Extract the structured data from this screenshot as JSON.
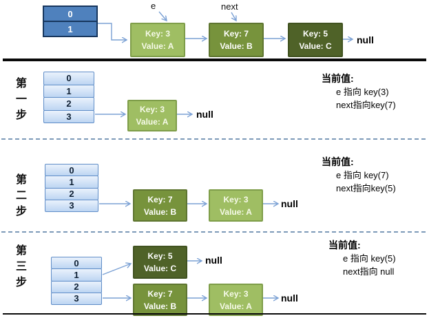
{
  "colors": {
    "node_light": "#9FBE63",
    "node_medium": "#77933C",
    "node_dark": "#4F6228",
    "array_header_fill": "#4F81BD",
    "array_header_border": "#17365D",
    "array_cell_fill": "#C6DBF4",
    "arrow": "#7AA0D4",
    "divider_dashed": "#7B99B8",
    "divider_solid": "#0A0A0A"
  },
  "top_section": {
    "array": {
      "cells": [
        "0",
        "1"
      ]
    },
    "e_label": "e",
    "next_label": "next",
    "nodes": [
      {
        "key": "Key: 3",
        "value": "Value: A"
      },
      {
        "key": "Key: 7",
        "value": "Value: B"
      },
      {
        "key": "Key: 5",
        "value": "Value: C"
      }
    ],
    "null_label": "null"
  },
  "steps": [
    {
      "label_chars": [
        "第",
        "一",
        "步"
      ],
      "array": {
        "cells": [
          "0",
          "1",
          "2",
          "3"
        ]
      },
      "chains": [
        {
          "nodes": [
            {
              "key": "Key: 3",
              "value": "Value: A"
            }
          ],
          "null_label": "null"
        }
      ],
      "status": {
        "title": "当前值:",
        "line1": "e 指向 key(3)",
        "line2": "next指向key(7)"
      }
    },
    {
      "label_chars": [
        "第",
        "二",
        "步"
      ],
      "array": {
        "cells": [
          "0",
          "1",
          "2",
          "3"
        ]
      },
      "chains": [
        {
          "nodes": [
            {
              "key": "Key: 7",
              "value": "Value: B"
            },
            {
              "key": "Key: 3",
              "value": "Value: A"
            }
          ],
          "null_label": "null"
        }
      ],
      "status": {
        "title": "当前值:",
        "line1": "e 指向 key(7)",
        "line2": "next指向key(5)"
      }
    },
    {
      "label_chars": [
        "第",
        "三",
        "步"
      ],
      "array": {
        "cells": [
          "0",
          "1",
          "2",
          "3"
        ]
      },
      "chains": [
        {
          "nodes": [
            {
              "key": "Key: 5",
              "value": "Value: C"
            }
          ],
          "null_label": "null"
        },
        {
          "nodes": [
            {
              "key": "Key: 7",
              "value": "Value: B"
            },
            {
              "key": "Key: 3",
              "value": "Value: A"
            }
          ],
          "null_label": "null"
        }
      ],
      "status": {
        "title": "当前值:",
        "line1": "e 指向 key(5)",
        "line2": "next指向 null"
      }
    }
  ]
}
